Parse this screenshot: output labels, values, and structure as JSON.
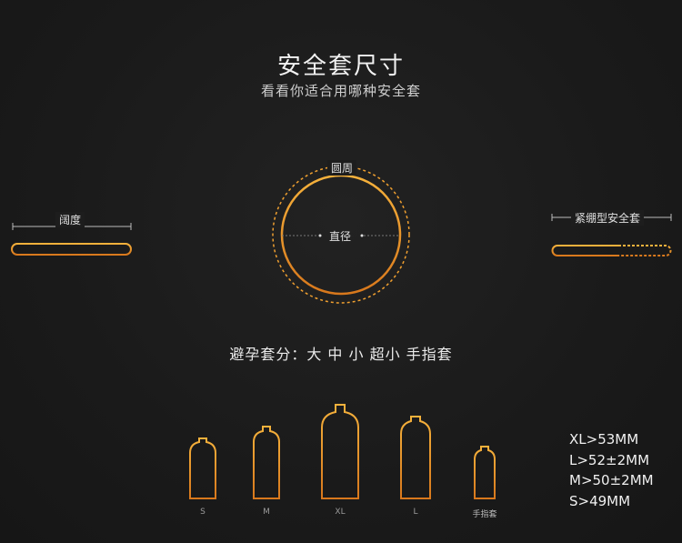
{
  "header": {
    "title": "安全套尺寸",
    "subtitle": "看看你适合用哪种安全套"
  },
  "diagram": {
    "width_label": "阔度",
    "circumference_label": "圆周",
    "diameter_label": "直径",
    "snug_label": "紧绷型安全套"
  },
  "classification": {
    "text": "避孕套分：大 中 小 超小 手指套"
  },
  "condoms": [
    {
      "label": "S"
    },
    {
      "label": "M"
    },
    {
      "label": "XL"
    },
    {
      "label": "L"
    },
    {
      "label": "手指套"
    }
  ],
  "sizes": [
    "XL>53MM",
    "L>52±2MM",
    "M>50±2MM",
    "S>49MM"
  ],
  "colors": {
    "accent": "#f0a030",
    "accent_dark": "#d77a1e",
    "background": "#1b1b1b"
  }
}
